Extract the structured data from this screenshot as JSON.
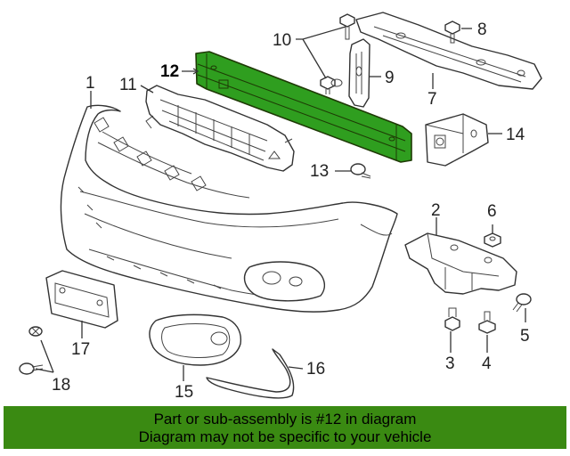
{
  "diagram": {
    "callouts": [
      {
        "id": "1",
        "label": "1"
      },
      {
        "id": "2",
        "label": "2"
      },
      {
        "id": "3",
        "label": "3"
      },
      {
        "id": "4",
        "label": "4"
      },
      {
        "id": "5",
        "label": "5"
      },
      {
        "id": "6",
        "label": "6"
      },
      {
        "id": "7",
        "label": "7"
      },
      {
        "id": "8",
        "label": "8"
      },
      {
        "id": "9",
        "label": "9"
      },
      {
        "id": "10",
        "label": "10"
      },
      {
        "id": "11",
        "label": "11"
      },
      {
        "id": "12",
        "label": "12"
      },
      {
        "id": "13",
        "label": "13"
      },
      {
        "id": "14",
        "label": "14"
      },
      {
        "id": "15",
        "label": "15"
      },
      {
        "id": "16",
        "label": "16"
      },
      {
        "id": "17",
        "label": "17"
      },
      {
        "id": "18",
        "label": "18"
      }
    ],
    "highlight_part": "12",
    "colors": {
      "highlight": "#2f9e1f",
      "banner": "#3a8a12",
      "line": "#333333"
    }
  },
  "footer": {
    "line1": "Part or sub-assembly is #12 in diagram",
    "line2": "Diagram may not be specific to your vehicle"
  }
}
